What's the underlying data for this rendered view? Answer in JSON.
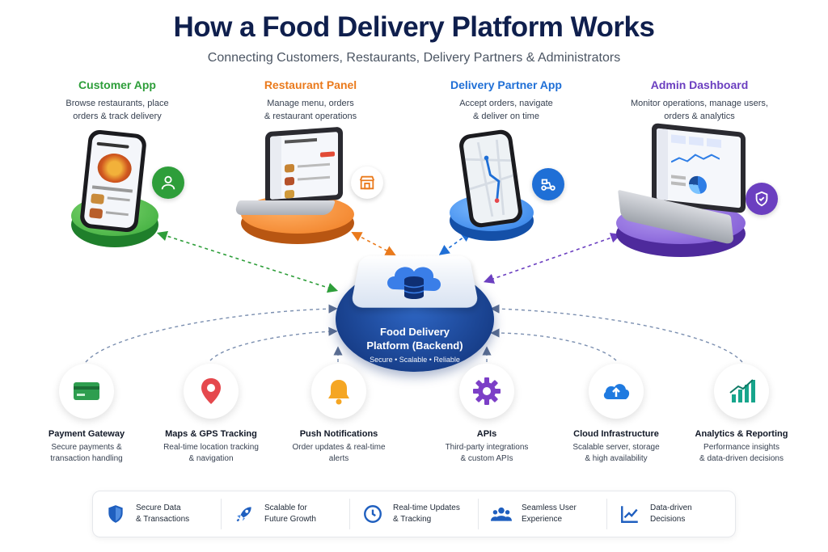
{
  "header": {
    "title": "How a Food Delivery Platform Works",
    "subtitle": "Connecting Customers, Restaurants, Delivery Partners & Administrators"
  },
  "apps": [
    {
      "title": "Customer App",
      "desc_line1": "Browse restaurants, place",
      "desc_line2": "orders & track delivery",
      "color": "#2e9e3a",
      "icon": "user-icon"
    },
    {
      "title": "Restaurant Panel",
      "desc_line1": "Manage menu, orders",
      "desc_line2": "& restaurant operations",
      "color": "#ea7a1c",
      "icon": "storefront-icon"
    },
    {
      "title": "Delivery Partner App",
      "desc_line1": "Accept orders, navigate",
      "desc_line2": "& deliver on time",
      "color": "#1f6fd6",
      "icon": "scooter-icon"
    },
    {
      "title": "Admin Dashboard",
      "desc_line1": "Monitor operations, manage users,",
      "desc_line2": "orders & analytics",
      "color": "#6b3fc0",
      "icon": "shield-icon"
    }
  ],
  "hub": {
    "title_line1": "Food Delivery",
    "title_line2": "Platform (Backend)",
    "tagline": "Secure • Scalable • Reliable",
    "color": "#1b4fa8",
    "icon": "cloud-database-icon"
  },
  "services": [
    {
      "title": "Payment Gateway",
      "desc_line1": "Secure payments &",
      "desc_line2": "transaction handling",
      "icon": "credit-card-icon",
      "color": "#2e9e4f"
    },
    {
      "title": "Maps & GPS Tracking",
      "desc_line1": "Real-time location tracking",
      "desc_line2": "& navigation",
      "icon": "map-pin-icon",
      "color": "#e5484d"
    },
    {
      "title": "Push Notifications",
      "desc_line1": "Order updates & real-time",
      "desc_line2": "alerts",
      "icon": "bell-icon",
      "color": "#f5a623"
    },
    {
      "title": "APIs",
      "desc_line1": "Third-party integrations",
      "desc_line2": "& custom APIs",
      "icon": "gear-icon",
      "color": "#7c3fc7"
    },
    {
      "title": "Cloud Infrastructure",
      "desc_line1": "Scalable server, storage",
      "desc_line2": "& high availability",
      "icon": "cloud-upload-icon",
      "color": "#1f7ae0"
    },
    {
      "title": "Analytics & Reporting",
      "desc_line1": "Performance insights",
      "desc_line2": "& data-driven decisions",
      "icon": "bar-chart-icon",
      "color": "#17a58c"
    }
  ],
  "benefits": [
    {
      "label": "Secure Data\n& Transactions",
      "icon": "shield-icon"
    },
    {
      "label": "Scalable for\nFuture Growth",
      "icon": "rocket-icon"
    },
    {
      "label": "Real-time Updates\n& Tracking",
      "icon": "clock-icon"
    },
    {
      "label": "Seamless User\nExperience",
      "icon": "users-icon"
    },
    {
      "label": "Data-driven\nDecisions",
      "icon": "line-chart-icon"
    }
  ],
  "colors": {
    "benefit_icon": "#1f5fbf",
    "title": "#0f1f4d",
    "connector": "#7b8fb0"
  }
}
